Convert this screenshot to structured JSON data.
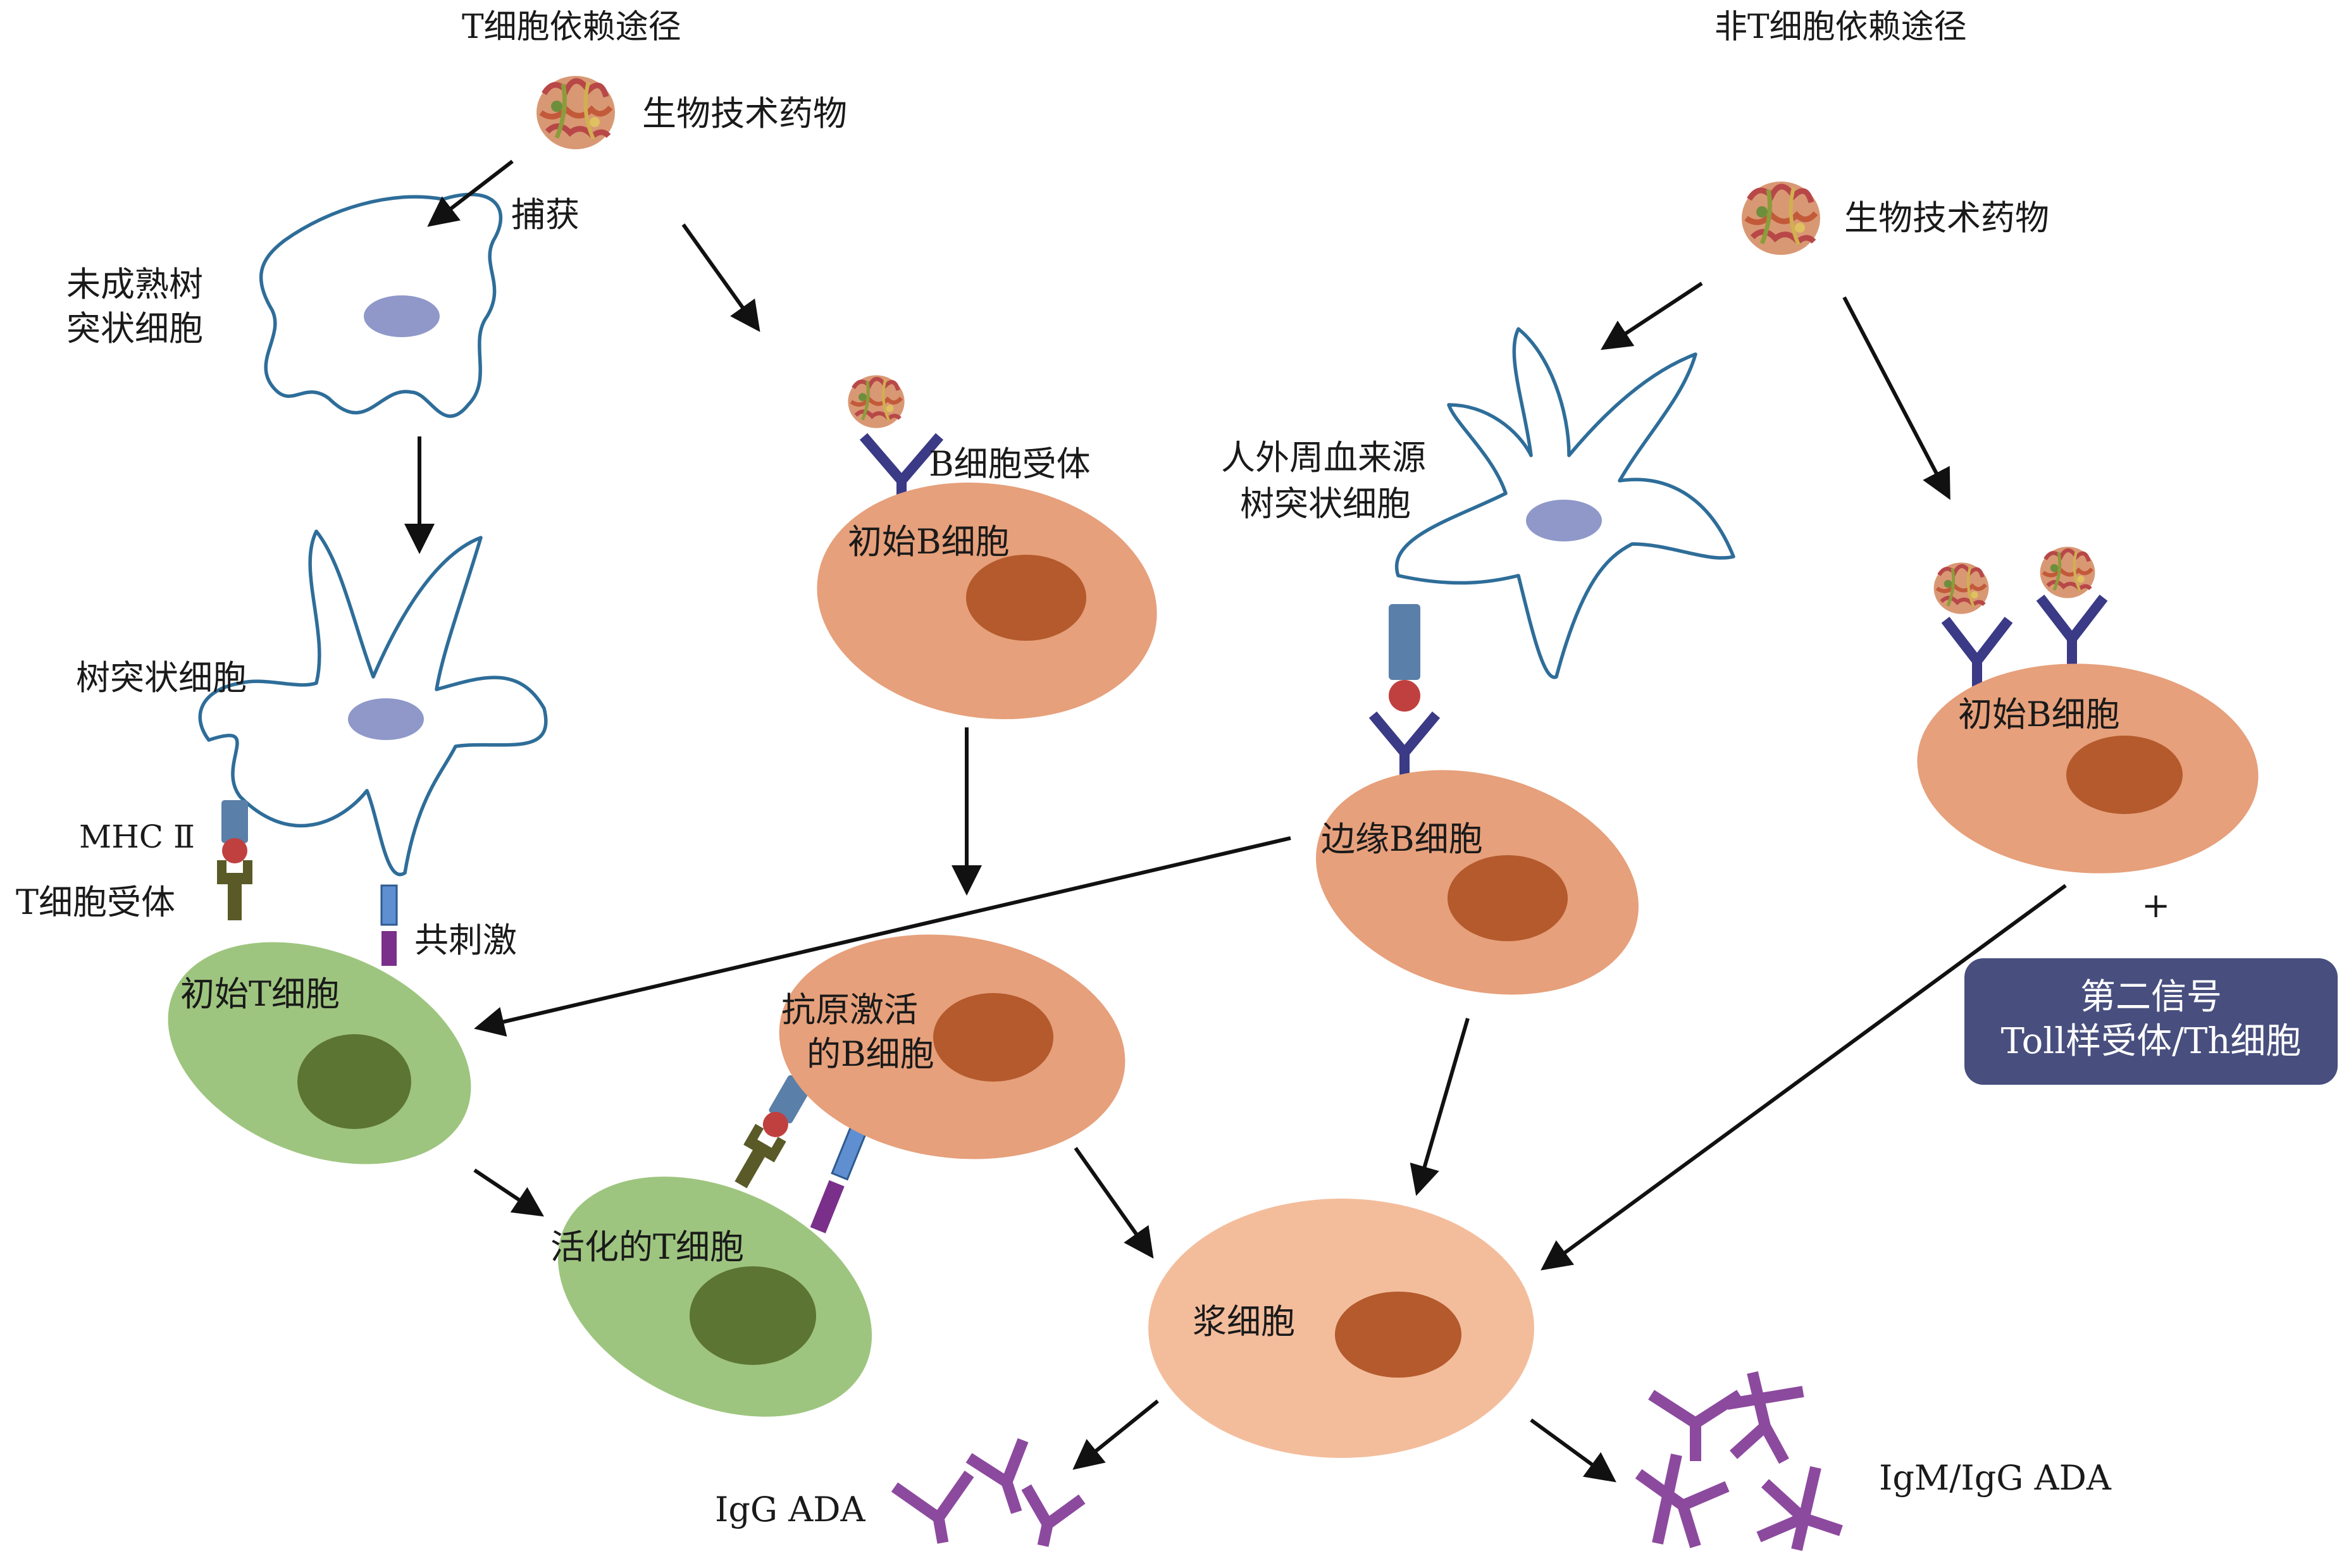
{
  "headings": {
    "t_dependent": "T细胞依赖途径",
    "t_independent": "非T细胞依赖途径"
  },
  "labels": {
    "biotech_drug_left": "生物技术药物",
    "biotech_drug_right": "生物技术药物",
    "capture": "捕获",
    "immature_dc_line1": "未成熟树",
    "immature_dc_line2": "突状细胞",
    "dendritic_cell": "树突状细胞",
    "mhc2": "MHC Ⅱ",
    "t_cell_receptor": "T细胞受体",
    "costim": "共刺激",
    "naive_t_cell": "初始T细胞",
    "activated_t_cell": "活化的T细胞",
    "b_cell_receptor": "B细胞受体",
    "naive_b_cell_mid": "初始B细胞",
    "antigen_activated_b_line1": "抗原激活",
    "antigen_activated_b_line2": "的B细胞",
    "peripheral_dc_line1": "人外周血来源",
    "peripheral_dc_line2": "树突状细胞",
    "marginal_b_cell": "边缘B细胞",
    "naive_b_cell_right": "初始B细胞",
    "plus": "+",
    "plasma_cell": "浆细胞",
    "igg_ada": "IgG ADA",
    "igm_igg_ada": "IgM/IgG ADA"
  },
  "second_signal": {
    "line1": "第二信号",
    "line2": "Toll样受体/Th细胞"
  },
  "colors": {
    "dc_outline": "#2e6d99",
    "dc_nucleus": "#8f98c9",
    "b_cell": "#e6a07b",
    "b_cell_nucleus": "#b45a2c",
    "plasma_cell": "#f3bd9c",
    "t_cell": "#9ec57f",
    "t_cell_nucleus": "#5d7532",
    "receptor": "#3a3a86",
    "ada": "#8c4a9e",
    "signal_box": "#484f7e"
  }
}
